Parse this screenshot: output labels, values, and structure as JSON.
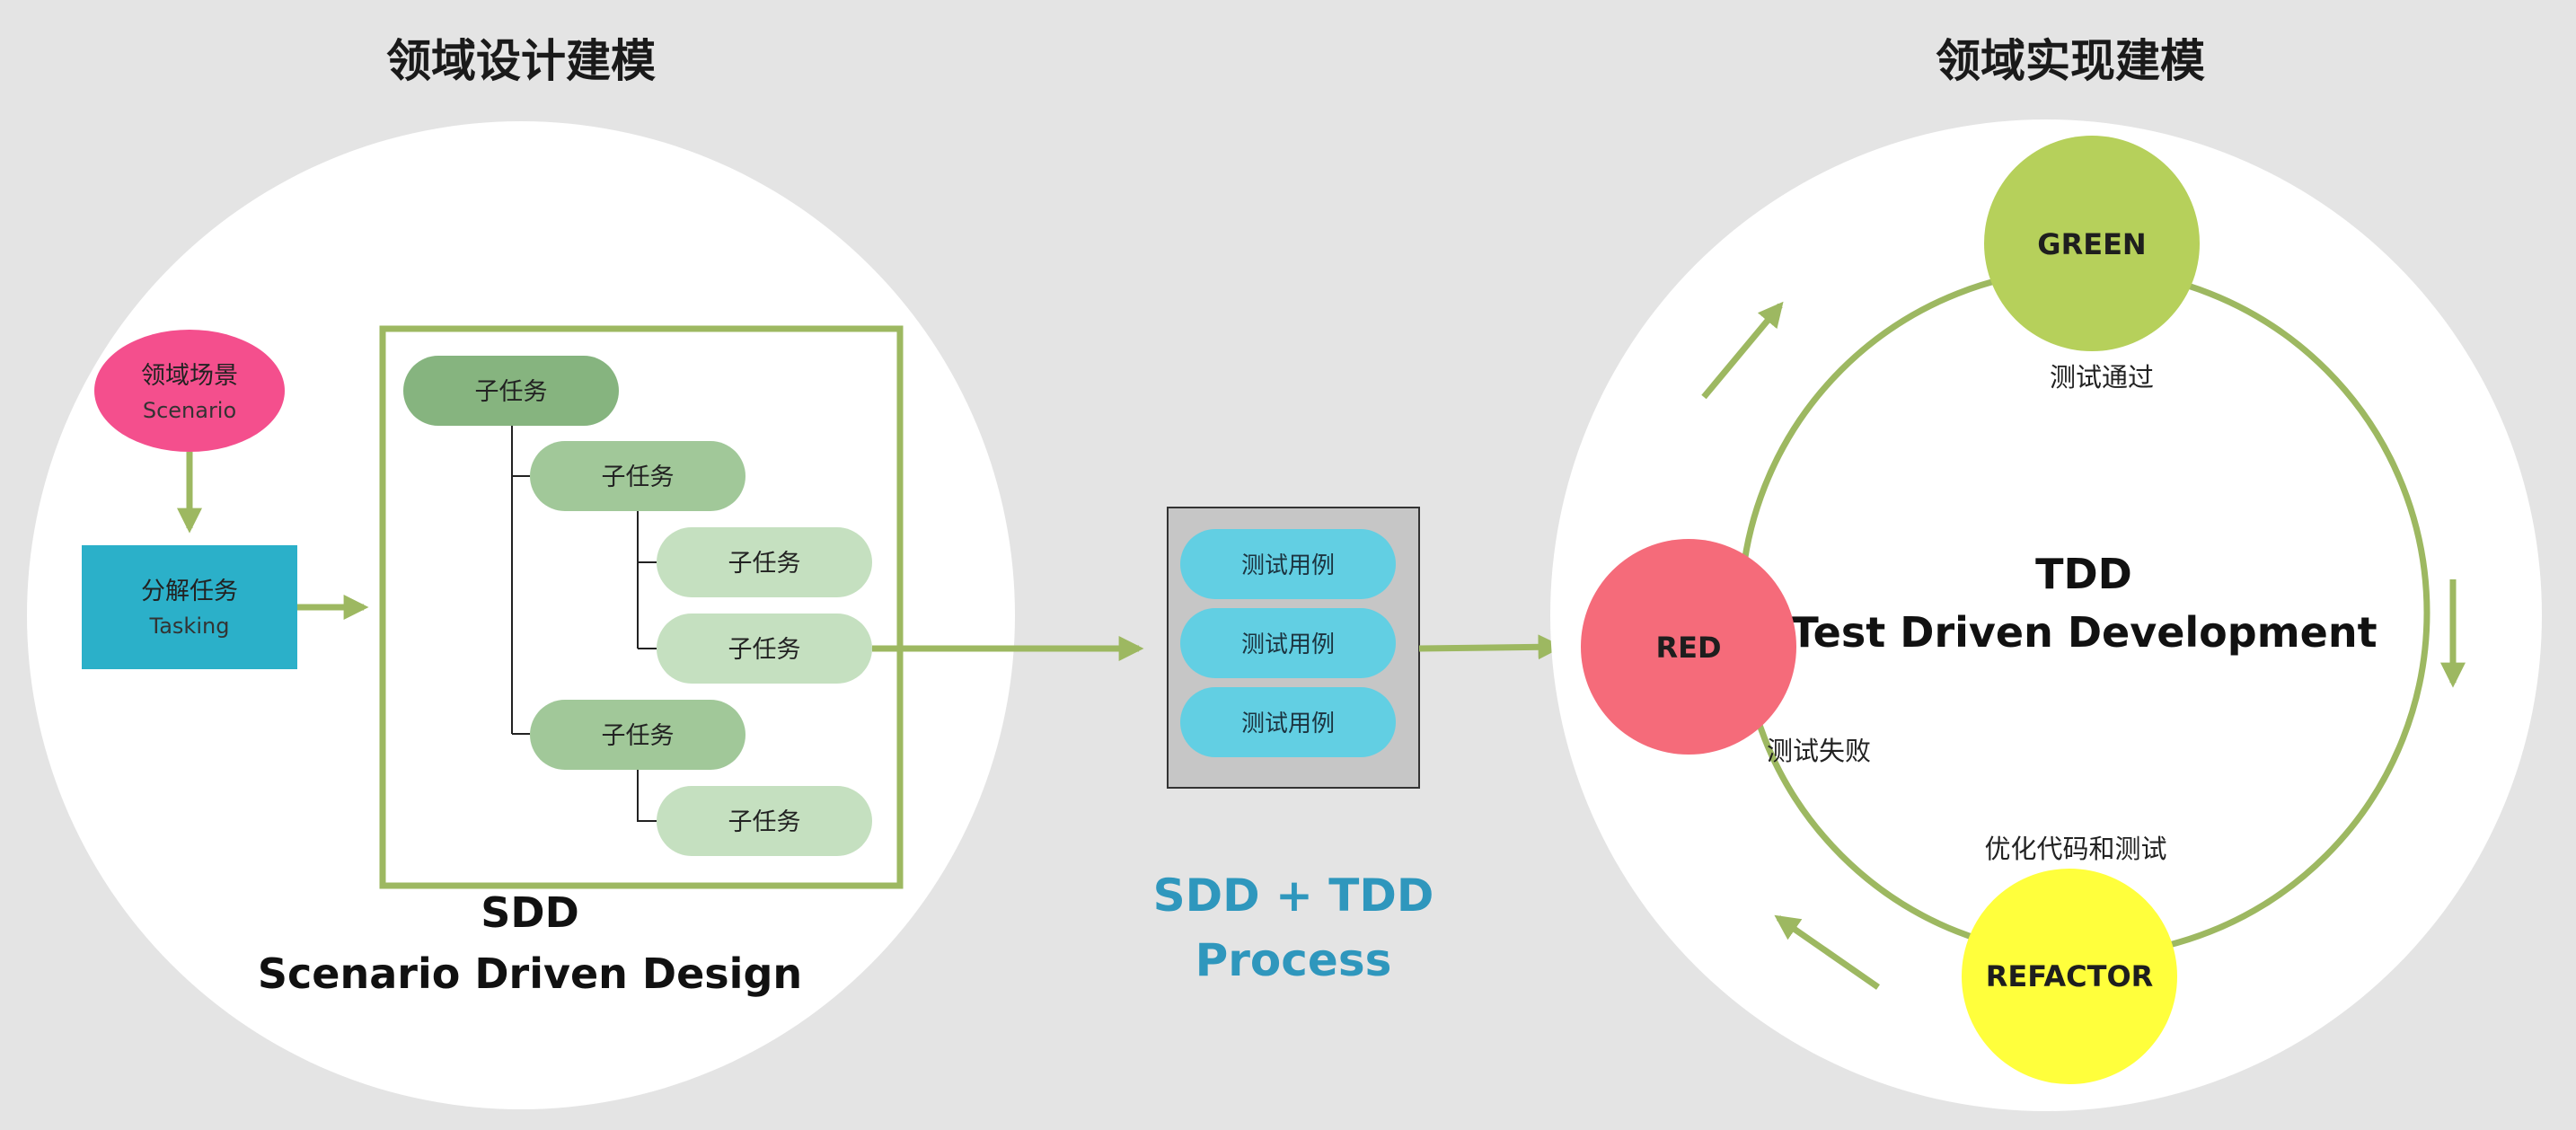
{
  "colors": {
    "background": "#e4e4e4",
    "panel": "#ffffff",
    "accent_green": "#9db861",
    "scenario": "#f44f8d",
    "tasking": "#2bb0c9",
    "subtask_1": "#86b47f",
    "subtask_2": "#a1c899",
    "subtask_3": "#c5e0c0",
    "test_case": "#62cfe3",
    "test_box": "#c6c6c6",
    "red": "#f56b7a",
    "green": "#b6d05b",
    "refactor": "#ffff3c",
    "process_text": "#2f97bd"
  },
  "left": {
    "title": "领域设计建模",
    "scenario": {
      "label_cn": "领域场景",
      "label_en": "Scenario"
    },
    "tasking": {
      "label_cn": "分解任务",
      "label_en": "Tasking"
    },
    "subtasks": [
      "子任务",
      "子任务",
      "子任务",
      "子任务",
      "子任务",
      "子任务"
    ],
    "caption_abbr": "SDD",
    "caption_full": "Scenario Driven Design"
  },
  "middle": {
    "test_cases": [
      "测试用例",
      "测试用例",
      "测试用例"
    ],
    "process_line1": "SDD + TDD",
    "process_line2": "Process"
  },
  "right": {
    "title": "领域实现建模",
    "center_abbr": "TDD",
    "center_full": "Test Driven Development",
    "green": {
      "label": "GREEN",
      "note": "测试通过"
    },
    "red": {
      "label": "RED",
      "note": "测试失败"
    },
    "refactor": {
      "label": "REFACTOR",
      "note": "优化代码和测试"
    }
  }
}
